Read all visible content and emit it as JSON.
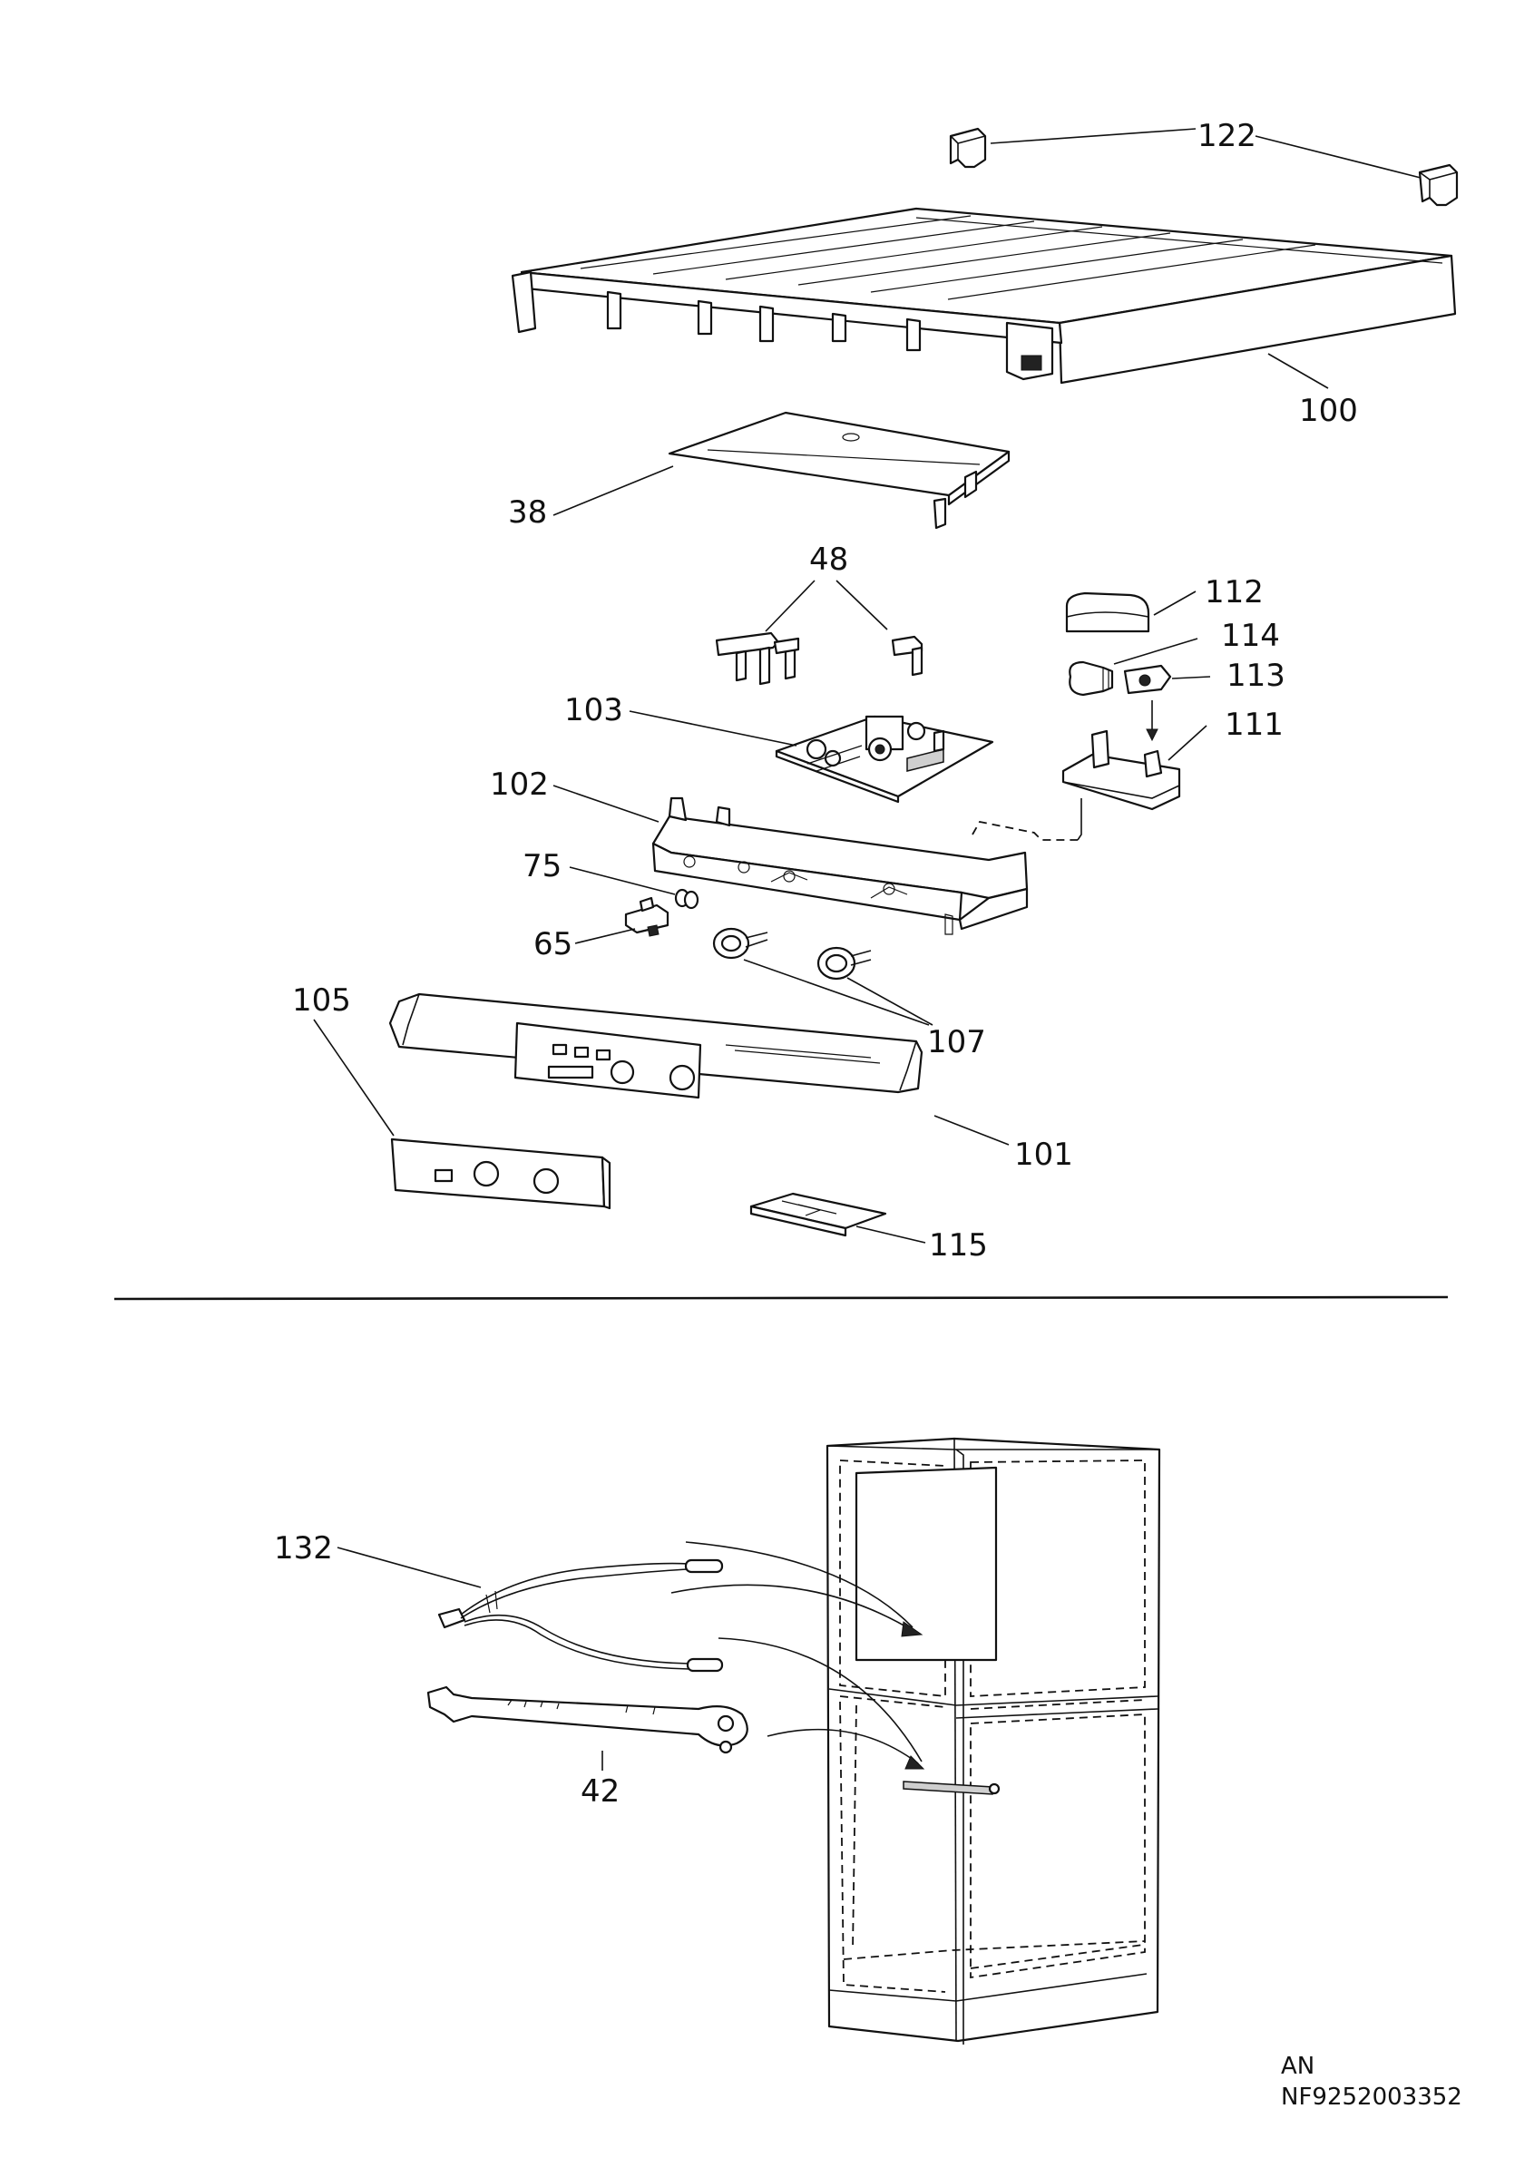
{
  "callouts": {
    "c122": "122",
    "c100": "100",
    "c38": "38",
    "c48": "48",
    "c112": "112",
    "c114": "114",
    "c113": "113",
    "c111": "111",
    "c103": "103",
    "c102": "102",
    "c75": "75",
    "c65": "65",
    "c105": "105",
    "c107": "107",
    "c101": "101",
    "c115": "115",
    "c132": "132",
    "c42": "42"
  },
  "footer": {
    "line1": "AN",
    "line2": "NF9252003352"
  }
}
